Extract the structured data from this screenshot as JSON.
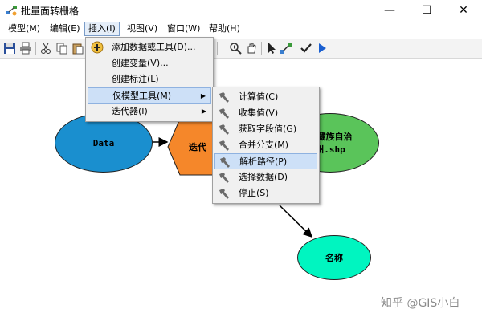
{
  "window": {
    "title": "批量面转栅格",
    "min_glyph": "—",
    "max_glyph": "☐",
    "close_glyph": "✕"
  },
  "menubar": {
    "items": [
      "模型(M)",
      "编辑(E)",
      "插入(I)",
      "视图(V)",
      "窗口(W)",
      "帮助(H)"
    ],
    "active_index": 2
  },
  "insert_menu": {
    "items": [
      {
        "label": "添加数据或工具(D)...",
        "icon": "plus-icon"
      },
      {
        "label": "创建变量(V)...",
        "icon": ""
      },
      {
        "label": "创建标注(L)",
        "icon": ""
      },
      {
        "label": "仅模型工具(M)",
        "icon": "",
        "submenu": true,
        "highlighted": true
      },
      {
        "label": "迭代器(I)",
        "icon": "",
        "submenu": true
      }
    ]
  },
  "model_tools_menu": {
    "items": [
      {
        "label": "计算值(C)",
        "icon": "hammer-icon"
      },
      {
        "label": "收集值(V)",
        "icon": "hammer-icon"
      },
      {
        "label": "获取字段值(G)",
        "icon": "hammer-icon"
      },
      {
        "label": "合并分支(M)",
        "icon": "hammer-icon"
      },
      {
        "label": "解析路径(P)",
        "icon": "hammer-icon",
        "highlighted": true
      },
      {
        "label": "选择数据(D)",
        "icon": "hammer-icon"
      },
      {
        "label": "停止(S)",
        "icon": "hammer-icon"
      }
    ]
  },
  "diagram": {
    "data_node": "Data",
    "iterator_node": "迭代",
    "output_node_line1": "西藏族自治",
    "output_node_line2": "州.shp",
    "name_node": "名称",
    "colors": {
      "data": "#1a8fcf",
      "iterator": "#f5872a",
      "output": "#5ac45a",
      "name": "#00f5c0"
    }
  },
  "watermark": "知乎 @GIS小白"
}
